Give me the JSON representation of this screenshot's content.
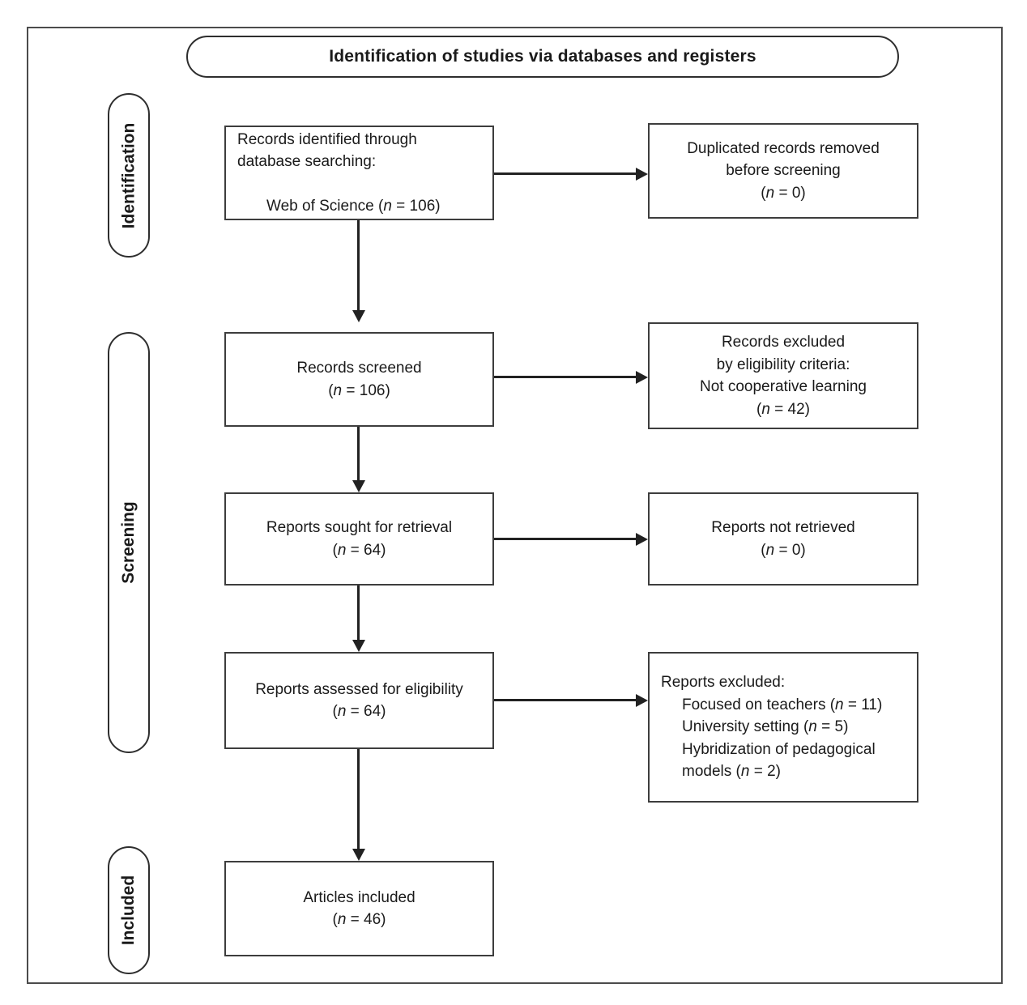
{
  "diagram": {
    "title": "Identification of studies via databases and registers",
    "stages": {
      "identification": "Identification",
      "screening": "Screening",
      "included": "Included"
    },
    "boxes": {
      "records_identified": {
        "lines": [
          {
            "text": "Records identified through"
          },
          {
            "text": "database searching:"
          },
          {
            "text": ""
          },
          {
            "text": "Web of Science (n = 106)",
            "indent": 1
          }
        ]
      },
      "duplicates_removed": {
        "lines": [
          {
            "text": "Duplicated records removed"
          },
          {
            "text": "before screening"
          },
          {
            "text": "(n = 0)"
          }
        ]
      },
      "records_screened": {
        "lines": [
          {
            "text": "Records screened"
          },
          {
            "text": "(n = 106)"
          }
        ]
      },
      "records_excluded": {
        "lines": [
          {
            "text": "Records excluded"
          },
          {
            "text": "by eligibility criteria:"
          },
          {
            "text": "Not cooperative learning"
          },
          {
            "text": "(n = 42)"
          }
        ]
      },
      "reports_sought": {
        "lines": [
          {
            "text": "Reports sought for retrieval"
          },
          {
            "text": "(n = 64)"
          }
        ]
      },
      "reports_not_retrieved": {
        "lines": [
          {
            "text": "Reports not retrieved"
          },
          {
            "text": "(n = 0)"
          }
        ]
      },
      "reports_assessed": {
        "lines": [
          {
            "text": "Reports assessed for eligibility"
          },
          {
            "text": "(n = 64)"
          }
        ]
      },
      "reports_excluded": {
        "lines": [
          {
            "text": "Reports excluded:"
          },
          {
            "text": "Focused on teachers (n = 11)",
            "indent": 1
          },
          {
            "text": "University setting (n = 5)",
            "indent": 1
          },
          {
            "text": "Hybridization of pedagogical",
            "indent": 1
          },
          {
            "text": "models (n = 2)",
            "indent": 1
          }
        ]
      },
      "articles_included": {
        "lines": [
          {
            "text": "Articles included"
          },
          {
            "text": "(n = 46)"
          }
        ]
      }
    }
  }
}
